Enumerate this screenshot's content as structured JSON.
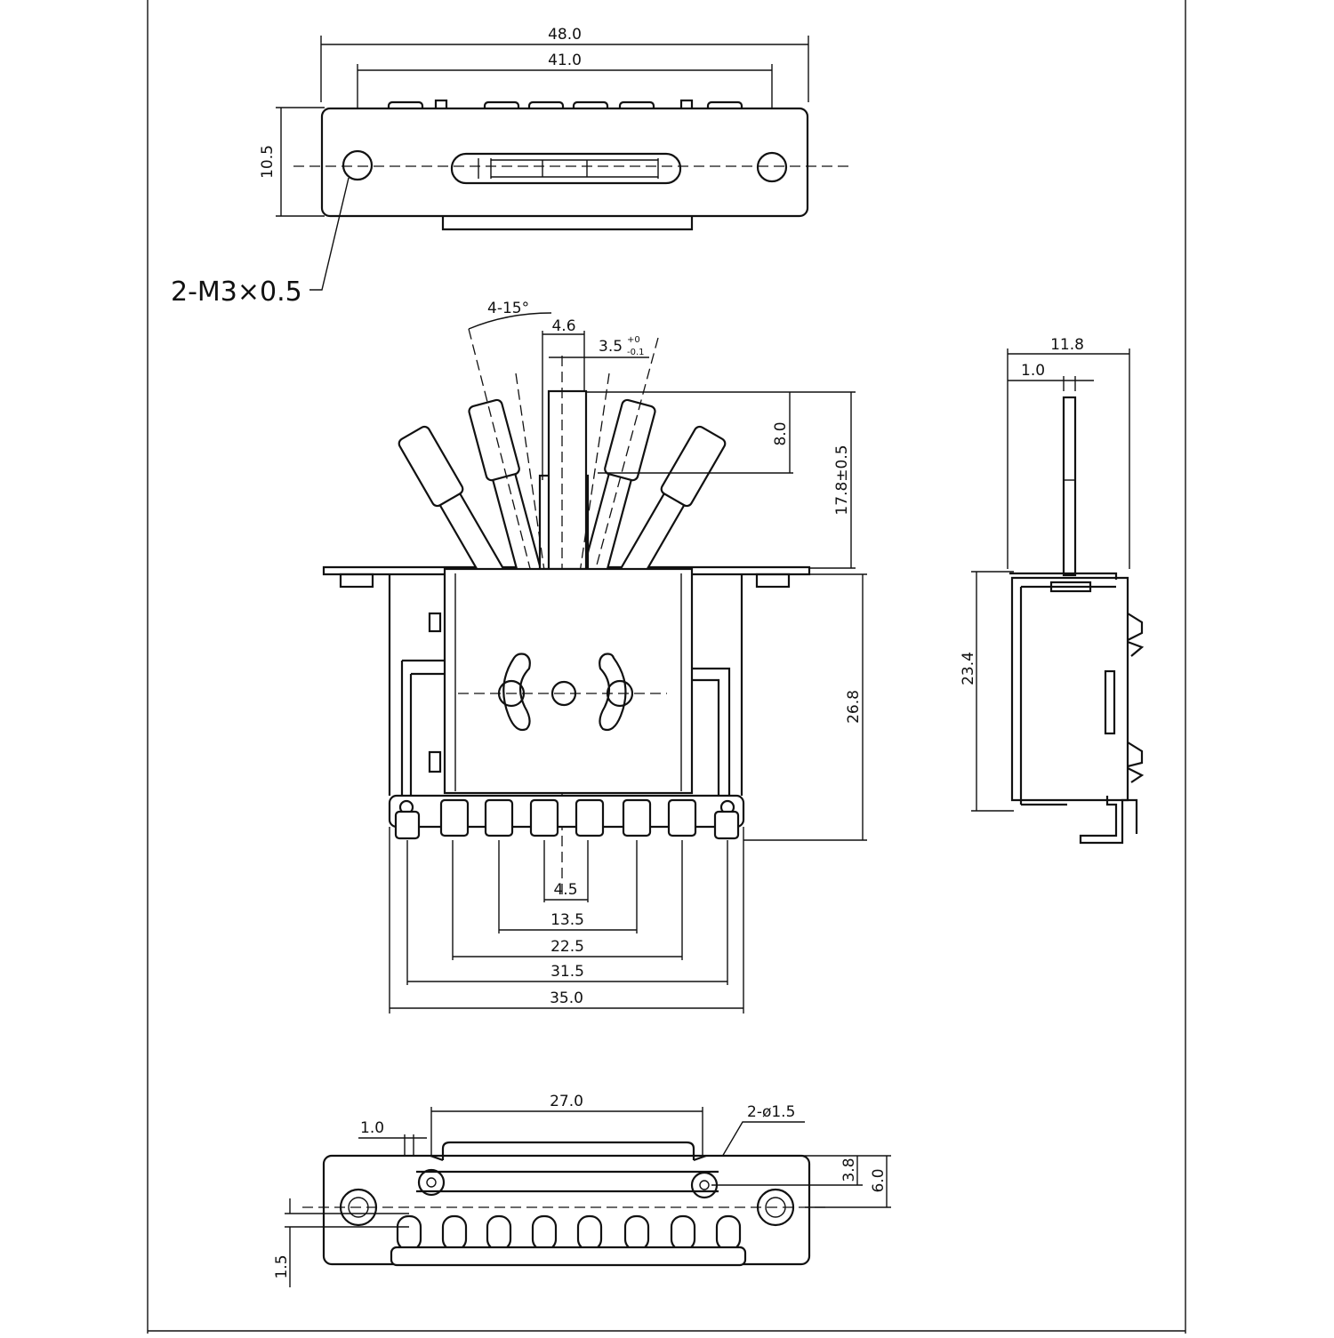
{
  "colors": {
    "ink": "#111111",
    "paper": "#ffffff"
  },
  "top_view": {
    "overall_width": "48.0",
    "hole_spacing": "41.0",
    "height": "10.5",
    "screw_callout": "2-M3×0.5"
  },
  "front_view": {
    "angle": "4-15°",
    "lever_width": "4.6",
    "lever_tip": "3.5",
    "lever_tol_plus": "+0",
    "lever_tol_minus": "-0.1",
    "lever_length": "8.0",
    "lever_height": "17.8±0.5",
    "body_height": "26.8",
    "pitch_1": "4.5",
    "pitch_2": "13.5",
    "pitch_3": "22.5",
    "pitch_4": "31.5",
    "body_width": "35.0"
  },
  "side_view": {
    "depth": "11.8",
    "lever_thickness": "1.0",
    "height": "23.4"
  },
  "bottom_view": {
    "mount_spacing": "27.0",
    "hole_callout": "2-ø1.5",
    "offset": "1.0",
    "dim_a": "3.8",
    "dim_b": "6.0",
    "dim_c": "1.5"
  }
}
